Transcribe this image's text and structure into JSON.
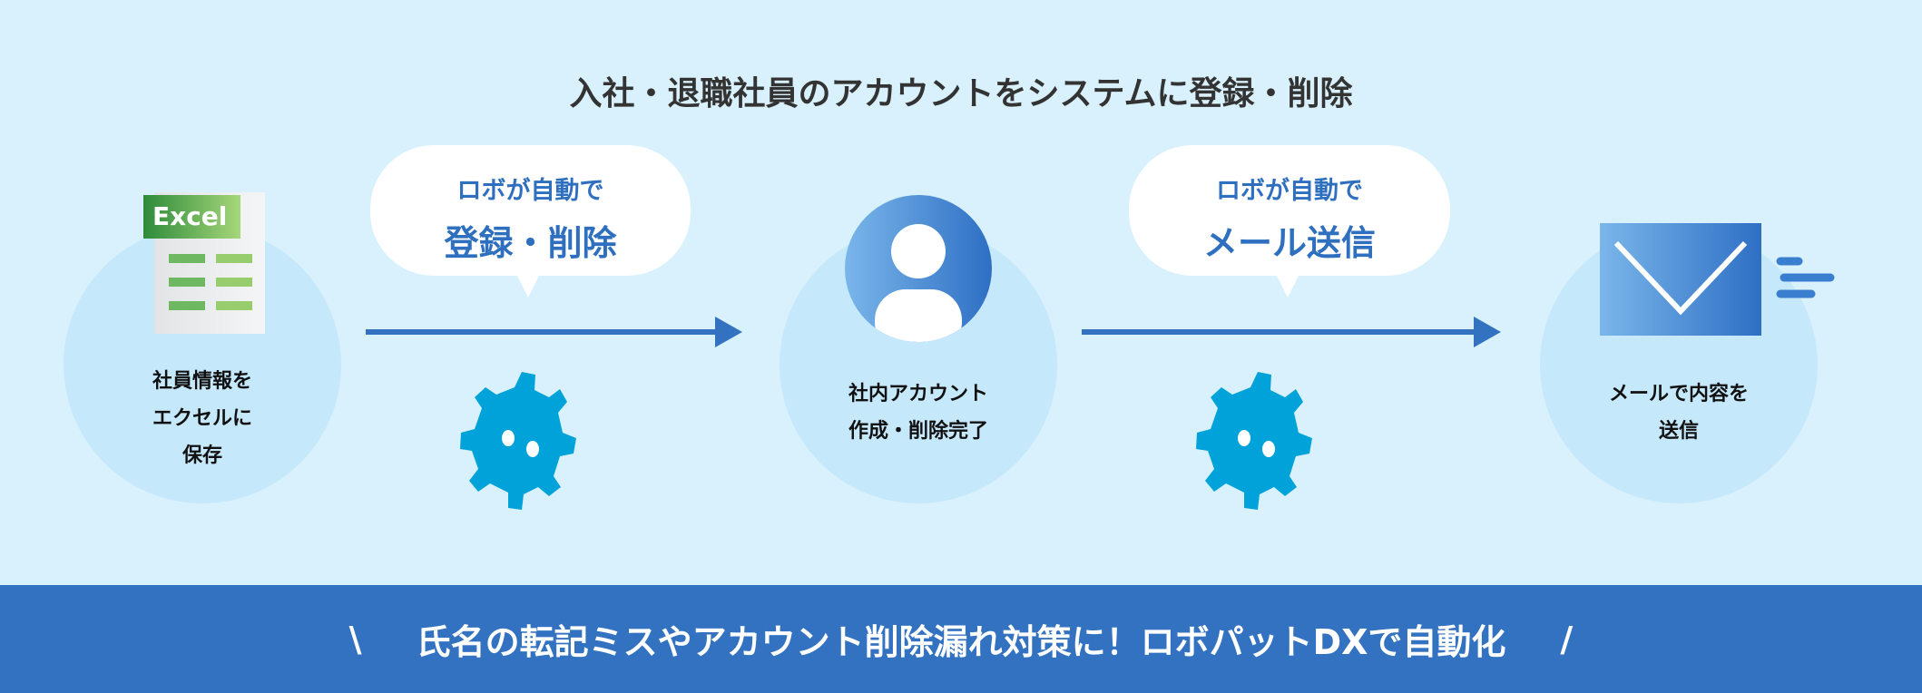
{
  "title": "入社・退職社員のアカウントをシステムに登録・削除",
  "steps": [
    {
      "lines": [
        "社員情報を",
        "エクセルに",
        "保存"
      ],
      "icon": "excel-icon",
      "icon_label": "Excel"
    },
    {
      "lines": [
        "社内アカウント",
        "作成・削除完了"
      ],
      "icon": "user-icon"
    },
    {
      "lines": [
        "メールで内容を",
        "送信"
      ],
      "icon": "mail-icon"
    }
  ],
  "bubbles": [
    {
      "small": "ロボが自動で",
      "large": "登録・削除"
    },
    {
      "small": "ロボが自動で",
      "large": "メール送信"
    }
  ],
  "banner": {
    "left": "\\",
    "text": "氏名の転記ミスやアカウント削除漏れ対策に！ロボパットDXで自動化",
    "right": "/"
  },
  "colors": {
    "background": "#d9f1fc",
    "accent": "#3272c0",
    "robot": "#00a3d9",
    "excel": "#2e8b3a"
  }
}
